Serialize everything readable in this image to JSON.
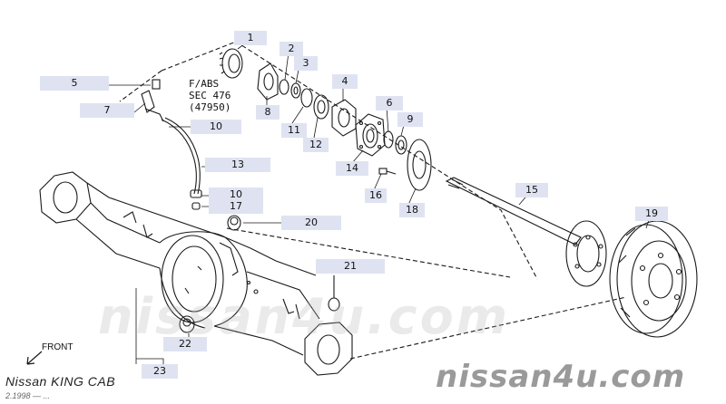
{
  "diagram": {
    "note_lines": [
      "F/ABS",
      "SEC 476",
      "(47950)"
    ],
    "front_label": "FRONT",
    "model_label": "Nissan KING CAB",
    "date_label": "2.1998 — ...",
    "watermark_center": "nissan4u.com",
    "watermark_corner": "nissan4u.com",
    "callouts": [
      "1",
      "2",
      "3",
      "4",
      "5",
      "6",
      "7",
      "8",
      "9",
      "10",
      "10",
      "11",
      "12",
      "13",
      "14",
      "15",
      "16",
      "17",
      "18",
      "19",
      "20",
      "21",
      "22",
      "23"
    ],
    "colors": {
      "callout_bg": "#dfe3f1",
      "line": "#1a1a1a"
    }
  }
}
